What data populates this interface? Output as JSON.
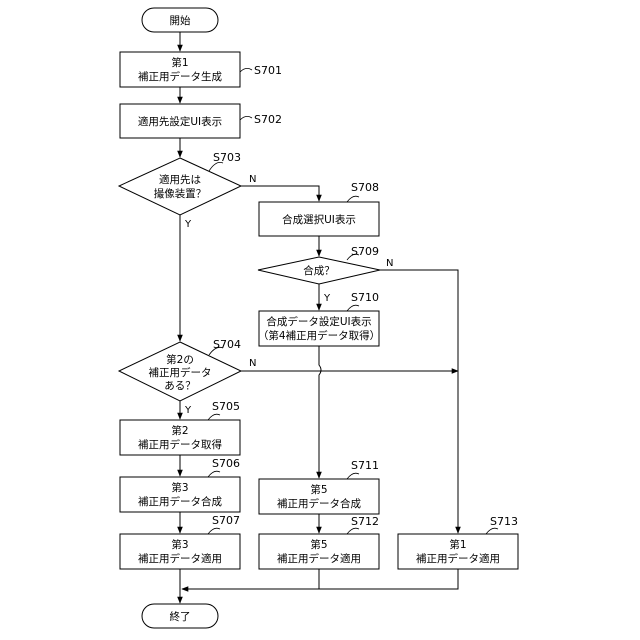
{
  "diagram": {
    "nodes": {
      "start": {
        "lines": [
          "開始"
        ]
      },
      "s701": {
        "lines": [
          "第1",
          "補正用データ生成"
        ]
      },
      "s702": {
        "lines": [
          "適用先設定UI表示"
        ]
      },
      "s703": {
        "lines": [
          "適用先は",
          "撮像装置？"
        ]
      },
      "s704": {
        "lines": [
          "第2の",
          "補正用データ",
          "ある？"
        ]
      },
      "s705": {
        "lines": [
          "第2",
          "補正用データ取得"
        ]
      },
      "s706": {
        "lines": [
          "第3",
          "補正用データ合成"
        ]
      },
      "s707": {
        "lines": [
          "第3",
          "補正用データ適用"
        ]
      },
      "s708": {
        "lines": [
          "合成選択UI表示"
        ]
      },
      "s709": {
        "lines": [
          "合成？"
        ]
      },
      "s710": {
        "lines": [
          "合成データ設定UI表示",
          "（第4補正用データ取得）"
        ]
      },
      "s711": {
        "lines": [
          "第5",
          "補正用データ合成"
        ]
      },
      "s712": {
        "lines": [
          "第5",
          "補正用データ適用"
        ]
      },
      "s713": {
        "lines": [
          "第1",
          "補正用データ適用"
        ]
      },
      "end": {
        "lines": [
          "終了"
        ]
      }
    },
    "step_labels": {
      "s701": "S701",
      "s702": "S702",
      "s703": "S703",
      "s704": "S704",
      "s705": "S705",
      "s706": "S706",
      "s707": "S707",
      "s708": "S708",
      "s709": "S709",
      "s710": "S710",
      "s711": "S711",
      "s712": "S712",
      "s713": "S713"
    },
    "branch_labels": {
      "s703_no": "N",
      "s703_yes": "Y",
      "s709_no": "N",
      "s709_yes": "Y",
      "s704_no": "N",
      "s704_yes": "Y"
    }
  }
}
